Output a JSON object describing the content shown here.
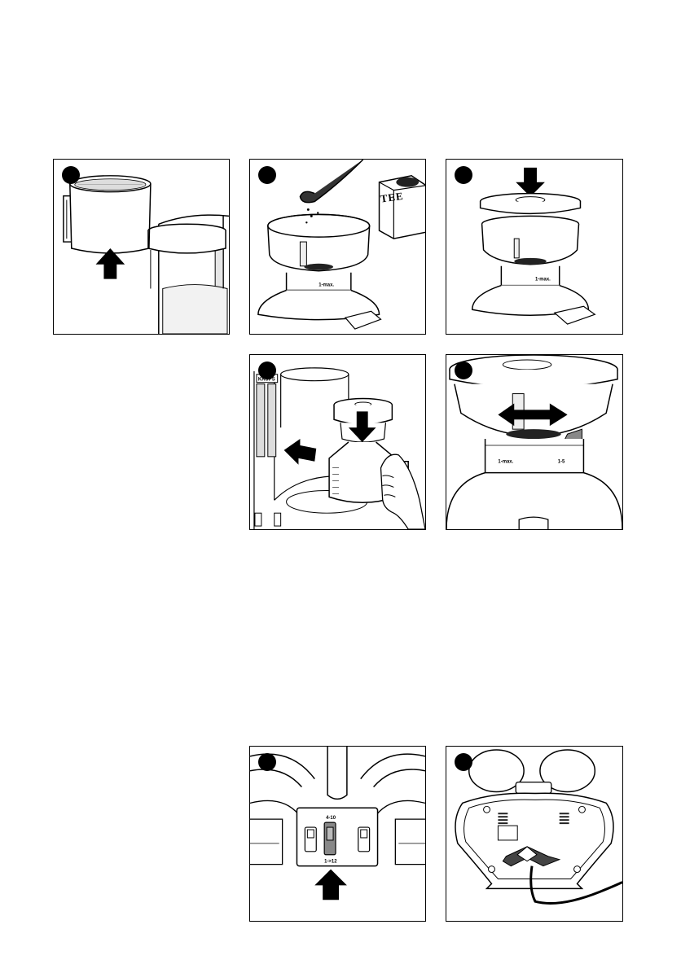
{
  "labels": {
    "tea_box": "TEE",
    "brand": "KRUPS",
    "setting_small": "1-max.",
    "setting_range": "1-5",
    "switch_small": "4-10",
    "switch_large": "1->12"
  },
  "icons": [
    "step-badge-icon",
    "arrow-up-icon",
    "arrow-down-icon",
    "arrow-left-icon",
    "double-arrow-icon",
    "spoon-icon",
    "hand-icon"
  ]
}
